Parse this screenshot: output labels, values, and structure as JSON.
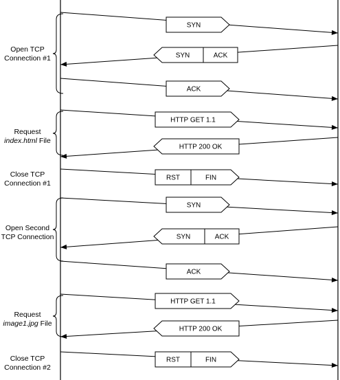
{
  "phases": [
    {
      "line1": "Open TCP",
      "line2": "Connection #1"
    },
    {
      "line1": "Request",
      "line2_italic": "index.html",
      "line2_rest": " File"
    },
    {
      "line1": "Close TCP",
      "line2": "Connection #1"
    },
    {
      "line1": "Open Second",
      "line2": "TCP Connection"
    },
    {
      "line1": "Request",
      "line2_italic": "image1.jpg",
      "line2_rest": " File"
    },
    {
      "line1": "Close TCP",
      "line2": "Connection #2"
    }
  ],
  "messages": [
    {
      "direction": "right",
      "labels": [
        "SYN"
      ]
    },
    {
      "direction": "left",
      "labels": [
        "SYN",
        "ACK"
      ]
    },
    {
      "direction": "right",
      "labels": [
        "ACK"
      ]
    },
    {
      "direction": "right",
      "labels": [
        "HTTP GET 1.1"
      ]
    },
    {
      "direction": "left",
      "labels": [
        "HTTP 200 OK"
      ]
    },
    {
      "direction": "right",
      "labels": [
        "RST",
        "FIN"
      ]
    },
    {
      "direction": "right",
      "labels": [
        "SYN"
      ]
    },
    {
      "direction": "left",
      "labels": [
        "SYN",
        "ACK"
      ]
    },
    {
      "direction": "right",
      "labels": [
        "ACK"
      ]
    },
    {
      "direction": "right",
      "labels": [
        "HTTP GET 1.1"
      ]
    },
    {
      "direction": "left",
      "labels": [
        "HTTP 200 OK"
      ]
    },
    {
      "direction": "right",
      "labels": [
        "RST",
        "FIN"
      ]
    }
  ]
}
